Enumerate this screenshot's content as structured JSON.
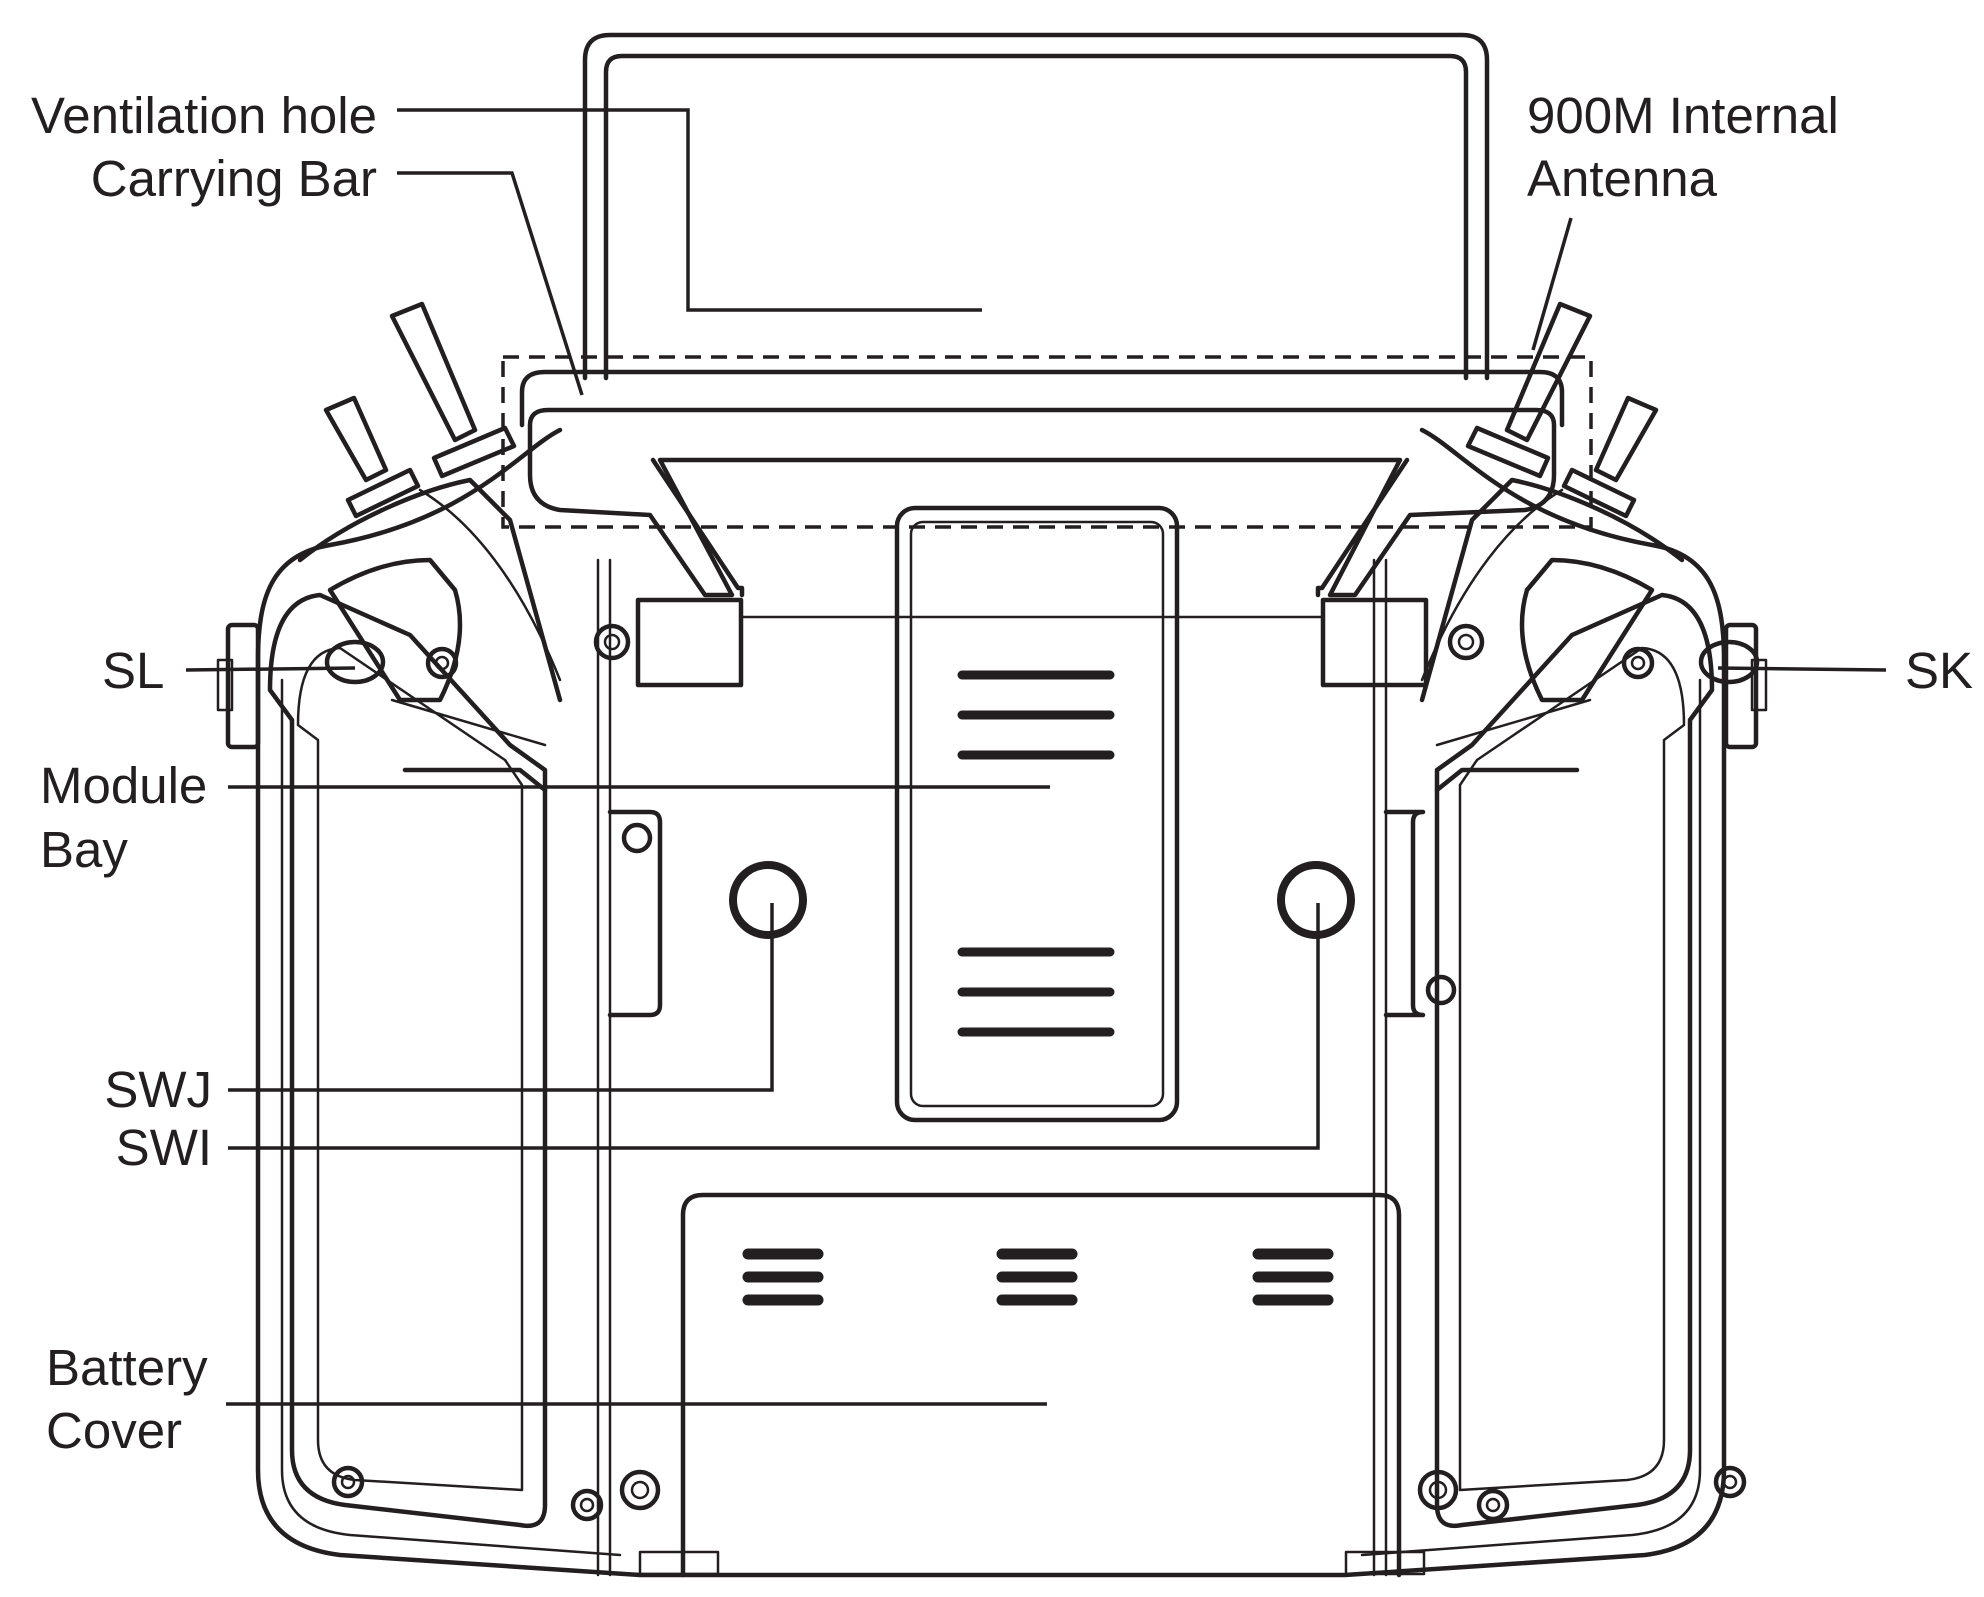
{
  "labels": {
    "ventilation_hole": "Ventilation hole",
    "carrying_bar": "Carrying Bar",
    "antenna_line1": "900M Internal",
    "antenna_line2": "Antenna",
    "sl": "SL",
    "sk": "SK",
    "module_line1": "Module",
    "module_line2": "Bay",
    "swj": "SWJ",
    "swi": "SWI",
    "battery_line1": "Battery",
    "battery_line2": "Cover"
  },
  "colors": {
    "line": "#231f20",
    "background": "#ffffff"
  }
}
